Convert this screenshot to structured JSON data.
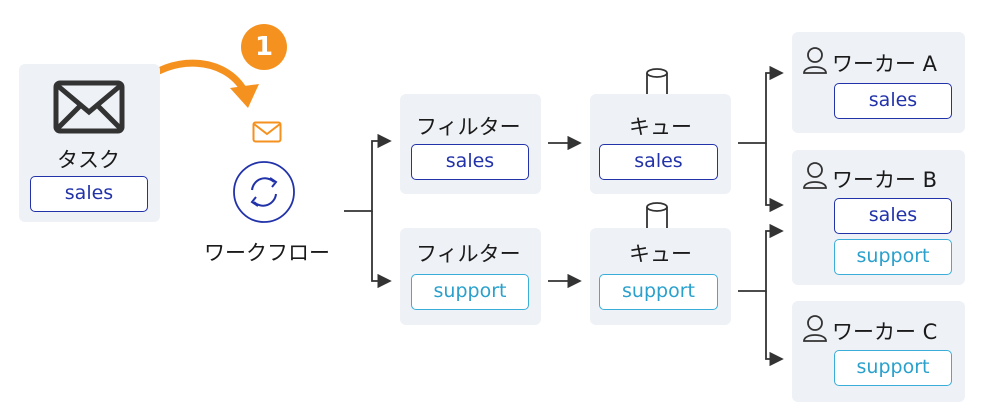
{
  "step_badge": "1",
  "task": {
    "title": "タスク",
    "tag": "sales",
    "icon": "envelope-icon"
  },
  "workflow": {
    "label": "ワークフロー",
    "icon": "sync-cycle-icon",
    "small_icon": "envelope-icon"
  },
  "filters": [
    {
      "title": "フィルター",
      "tag": "sales"
    },
    {
      "title": "フィルター",
      "tag": "support"
    }
  ],
  "queues": [
    {
      "title": "キュー",
      "tag": "sales",
      "icon": "database-icon"
    },
    {
      "title": "キュー",
      "tag": "support",
      "icon": "database-icon"
    }
  ],
  "workers": [
    {
      "title": "ワーカー A",
      "tags": [
        "sales"
      ],
      "icon": "user-icon"
    },
    {
      "title": "ワーカー B",
      "tags": [
        "sales",
        "support"
      ],
      "icon": "user-icon"
    },
    {
      "title": "ワーカー C",
      "tags": [
        "support"
      ],
      "icon": "user-icon"
    }
  ],
  "colors": {
    "sales": "#2233aa",
    "support": "#3aaed8",
    "accent": "#f5921f",
    "box": "#eef1f6"
  }
}
